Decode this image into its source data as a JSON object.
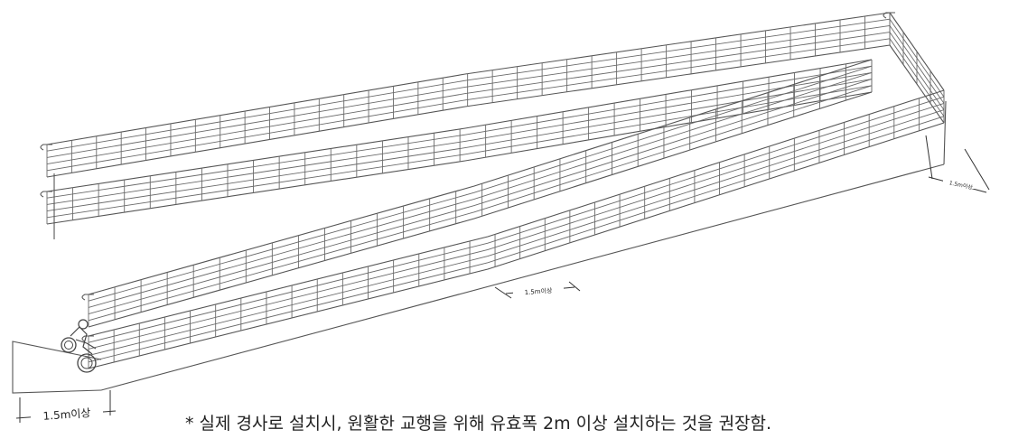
{
  "dimensions": {
    "landing_width": "1.5m이상",
    "middle_width": "1.5m이상",
    "end_width": "1.5m이상"
  },
  "footnote": "* 실제 경사로 설치시, 원활한 교행을 위해 유효폭 2m 이상 설치하는 것을 권장함.",
  "colors": {
    "line": "#555555",
    "text": "#222222"
  },
  "icons": {
    "user": "wheelchair-user-icon"
  }
}
